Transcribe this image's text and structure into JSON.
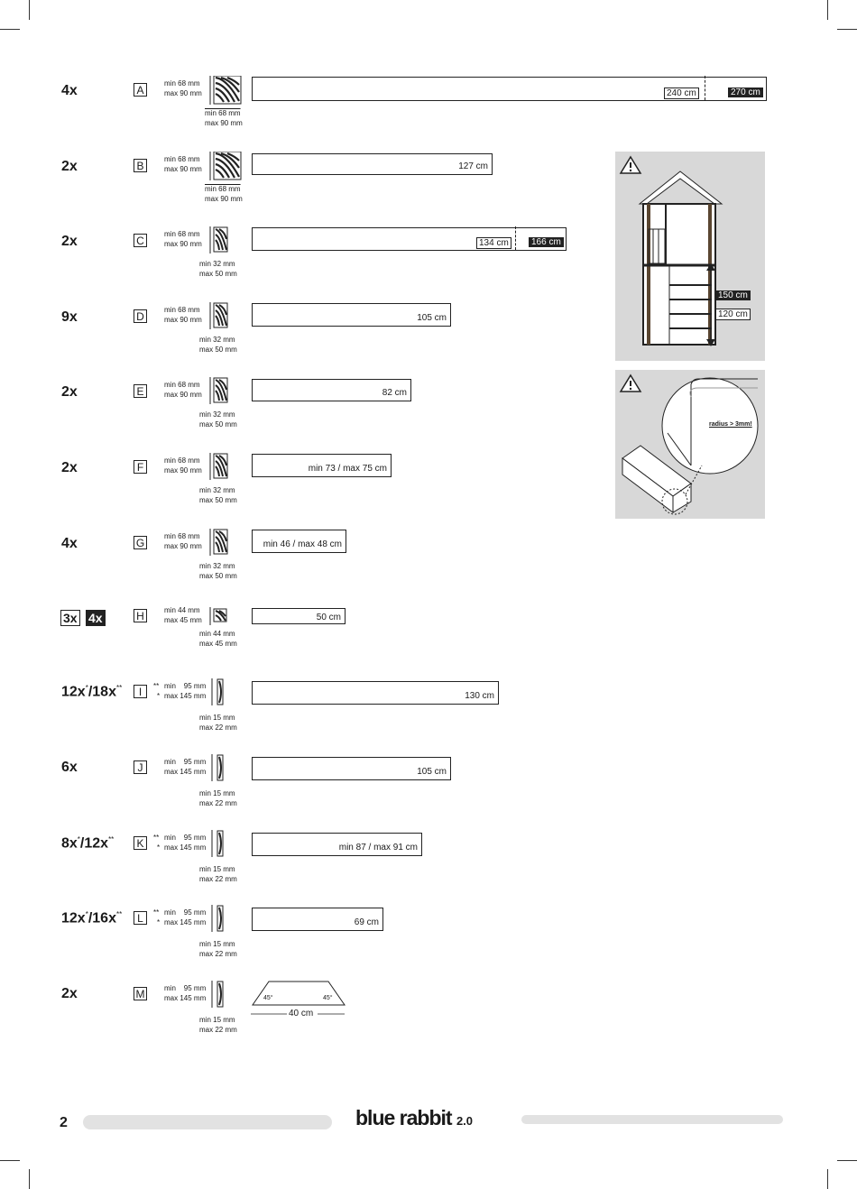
{
  "page_number": "2",
  "brand": {
    "name": "blue rabbit",
    "version": "2.0"
  },
  "rows": [
    {
      "id": "A",
      "qty": "4x",
      "dim1": [
        "min  68 mm",
        "max 90 mm"
      ],
      "dim2": [
        "min  68 mm",
        "max 90 mm"
      ],
      "len": "240 cm",
      "len2": "270 cm"
    },
    {
      "id": "B",
      "qty": "2x",
      "dim1": [
        "min  68 mm",
        "max 90 mm"
      ],
      "dim2": [
        "min  68 mm",
        "max 90 mm"
      ],
      "len": "127 cm"
    },
    {
      "id": "C",
      "qty": "2x",
      "dim1": [
        "min  68 mm",
        "max 90 mm"
      ],
      "dim2": [
        "min  32 mm",
        "max 50 mm"
      ],
      "len": "134 cm",
      "len2": "166 cm"
    },
    {
      "id": "D",
      "qty": "9x",
      "dim1": [
        "min  68 mm",
        "max 90 mm"
      ],
      "dim2": [
        "min  32 mm",
        "max 50 mm"
      ],
      "len": "105 cm"
    },
    {
      "id": "E",
      "qty": "2x",
      "dim1": [
        "min  68 mm",
        "max 90 mm"
      ],
      "dim2": [
        "min  32 mm",
        "max 50 mm"
      ],
      "len": "82 cm"
    },
    {
      "id": "F",
      "qty": "2x",
      "dim1": [
        "min  68 mm",
        "max 90 mm"
      ],
      "dim2": [
        "min  32 mm",
        "max 50 mm"
      ],
      "len": "min 73 / max 75 cm"
    },
    {
      "id": "G",
      "qty": "4x",
      "dim1": [
        "min  68 mm",
        "max 90 mm"
      ],
      "dim2": [
        "min  32 mm",
        "max 50 mm"
      ],
      "len": "min 46 / max 48 cm"
    },
    {
      "id": "H",
      "qty_a": "3x",
      "qty_b": "4x",
      "dim1": [
        "min  44 mm",
        "max 45 mm"
      ],
      "dim2": [
        "min  44 mm",
        "max 45 mm"
      ],
      "len": "50 cm"
    },
    {
      "id": "I",
      "qty": "12x",
      "qty_s1": "*",
      "qty_mid": "/18x",
      "qty_s2": "**",
      "stars": [
        "**",
        "*"
      ],
      "dim1": [
        "min    95 mm",
        "max 145 mm"
      ],
      "dim2": [
        "min  15 mm",
        "max 22 mm"
      ],
      "len": "130 cm"
    },
    {
      "id": "J",
      "qty": "6x",
      "dim1": [
        "min    95 mm",
        "max 145 mm"
      ],
      "dim2": [
        "min  15 mm",
        "max 22 mm"
      ],
      "len": "105 cm"
    },
    {
      "id": "K",
      "qty": "8x",
      "qty_s1": "*",
      "qty_mid": "/12x",
      "qty_s2": "**",
      "stars": [
        "**",
        "*"
      ],
      "dim1": [
        "min    95 mm",
        "max 145 mm"
      ],
      "dim2": [
        "min  15 mm",
        "max 22 mm"
      ],
      "len": "min 87 / max 91 cm"
    },
    {
      "id": "L",
      "qty": "12x",
      "qty_s1": "*",
      "qty_mid": "/16x",
      "qty_s2": "**",
      "stars": [
        "**",
        "*"
      ],
      "dim1": [
        "min    95 mm",
        "max 145 mm"
      ],
      "dim2": [
        "min  15 mm",
        "max 22 mm"
      ],
      "len": "69 cm"
    },
    {
      "id": "M",
      "qty": "2x",
      "dim1": [
        "min    95 mm",
        "max 145 mm"
      ],
      "dim2": [
        "min  15 mm",
        "max 22 mm"
      ],
      "len": "40 cm",
      "angle1": "45°",
      "angle2": "45°"
    }
  ],
  "panel_height": {
    "h1": "150 cm",
    "h2": "120 cm"
  },
  "panel_radius": {
    "label": "radius > 3mm!"
  },
  "icons": {
    "warning": "warning-triangle-icon",
    "grain_wide": "wood-grain-wide-icon",
    "grain_narrow": "wood-grain-narrow-icon",
    "grain_plank": "plank-end-icon"
  }
}
